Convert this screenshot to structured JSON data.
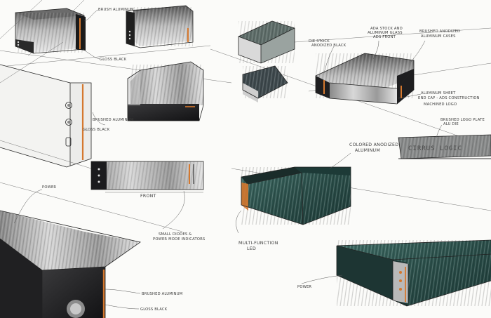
{
  "annotations": {
    "a1_brush_aluminum": "BRUSH ALUMINUM",
    "a1_gloss_black": "GLOSS BLACK",
    "a2_brushed_aluminum": "BRUSHED ALUMINUM",
    "a2_gloss_black": "GLOSS BLACK",
    "a3_front": "FRONT",
    "a3_small_diodes": "SMALL DIODES &",
    "a3_power_mode": "POWER MODE INDICATORS",
    "a4_power": "POWER",
    "a4_brushed_aluminum": "BRUSHED ALUMINUM",
    "a4_gloss_black": "GLOSS BLACK",
    "b1_die_stock": "DIE STOCK",
    "b1_anodized_black": "ANODIZED BLACK",
    "b1_ada_stock": "ADA STOCK AND",
    "b1_aluminum_glass": "ALUMINUM GLASS",
    "b1_ads_front": "ADS FRONT",
    "b1_brushed_anodized": "BRUSHED ANODIZED",
    "b1_aluminum_cases": "ALUMINUM CASES",
    "b1_aluminum_sheet": "ALUMINUM SHEET",
    "b1_end_cap": "END CAP - ADS CONSTRUCTION",
    "b1_machined_logo": "MACHINED LOGO",
    "b2_brand_plate": "CIRRUS LOGIC",
    "b2_plate_note": "BRUSHED LOGO PLATE",
    "b2_plate_note2": "ALU DIE",
    "b3_colored_anodized": "COLORED ANODIZED",
    "b3_aluminum": "ALUMINUM",
    "b3_multi_function": "MULTI-FUNCTION",
    "b3_led": "LED",
    "b3_power": "POWER"
  },
  "colors": {
    "teal_body": "#2e5550",
    "teal_dark": "#1d3a37",
    "teal_light": "#4d7a72",
    "black_gloss": "#1c1c1e",
    "aluminum": "#b9b9b9",
    "copper_accent": "#d5782e",
    "paper": "#fbfbf9"
  }
}
